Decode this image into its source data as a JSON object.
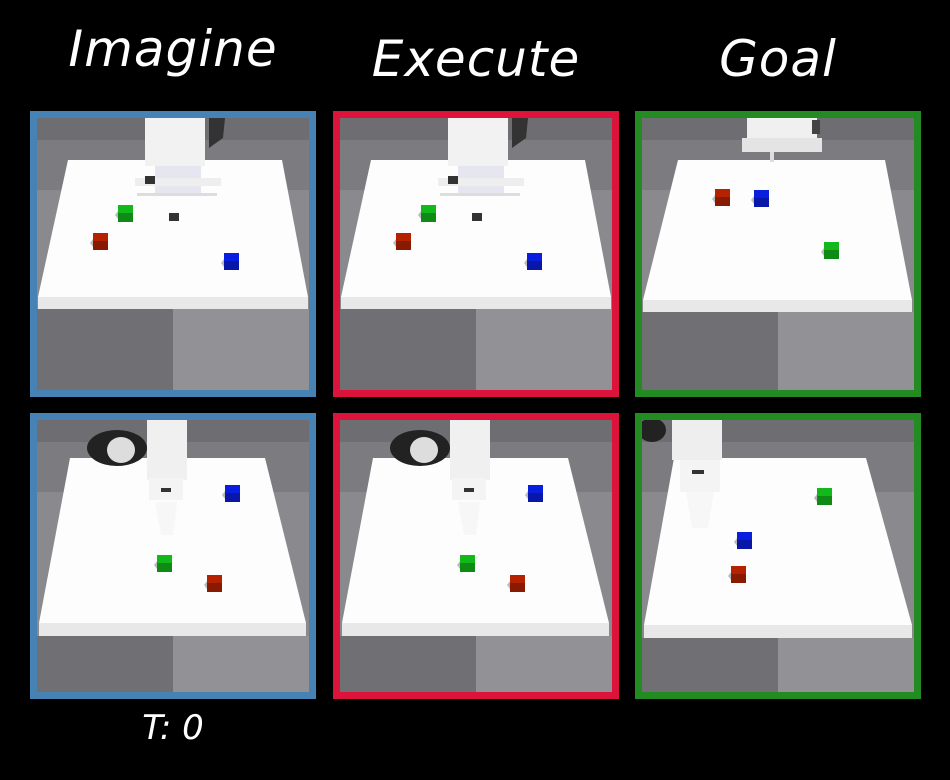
{
  "columns": [
    {
      "title": "Imagine",
      "border_color": "#4682b4"
    },
    {
      "title": "Execute",
      "border_color": "#dc143c"
    },
    {
      "title": "Goal",
      "border_color": "#228b22"
    }
  ],
  "timestep_label": "T: 0",
  "cube_colors": {
    "red": "#b52200",
    "green": "#12b81c",
    "blue": "#0a1ee0"
  }
}
